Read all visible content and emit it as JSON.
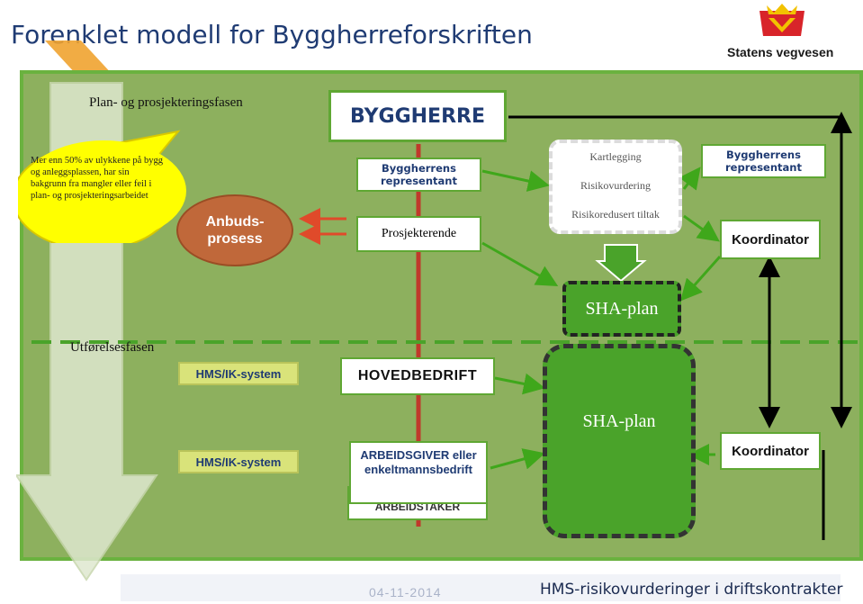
{
  "header": {
    "title": "Forenklet modell for Byggherreforskriften",
    "logo_text": "Statens vegvesen"
  },
  "phases": {
    "planning": "Plan- og prosjekteringsfasen",
    "execution": "Utførelsesfasen"
  },
  "callout": {
    "text": "Mer enn 50% av ulykkene på bygg og anleggsplassen, har sin bakgrunn fra mangler eller feil i plan- og prosjekteringsarbeidet"
  },
  "nodes": {
    "byggherre": "BYGGHERRE",
    "byggherrens_representant_1": "Byggherrens representant",
    "byggherrens_representant_2": "Byggherrens representant",
    "prosjekterende": "Prosjekterende",
    "anbudsprosess": "Anbuds-prosess",
    "kartlegging": "Kartlegging",
    "risikovurdering": "Risikovurdering",
    "risikoredusert": "Risikoredusert tiltak",
    "koordinator_1": "Koordinator",
    "koordinator_2": "Koordinator",
    "sha_plan_1": "SHA-plan",
    "sha_plan_2": "SHA-plan",
    "hms_ik_1": "HMS/IK-system",
    "hms_ik_2": "HMS/IK-system",
    "hovedbedrift": "HOVEDBEDRIFT",
    "arbeidsgiver": "ARBEIDSGIVER eller enkeltmannsbedrift",
    "arbeidstaker": "ARBEIDSTAKER"
  },
  "footer": {
    "date": "04-11-2014",
    "caption": "HMS-risikovurderinger i driftskontrakter"
  },
  "colors": {
    "board": "#8db05e",
    "board_border": "#6ab23f",
    "bright_green": "#4aa32a",
    "red_line": "#c0392b",
    "callout": "#ffff00",
    "anbud": "#c0683a",
    "hms": "#d9e37a",
    "title": "#1f3b73"
  }
}
